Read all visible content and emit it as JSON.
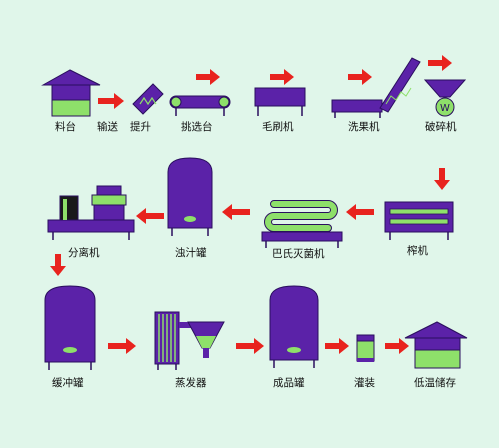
{
  "colors": {
    "background": "#e0f6ea",
    "equipment": "#5b22a8",
    "equipment_outline": "#2a0f5e",
    "accent_green": "#8ee06a",
    "arrow": "#e8231e"
  },
  "labels": {
    "liaotai": "料台",
    "shusong": "输送",
    "tisheng": "提升",
    "tiaoxuantai": "挑选台",
    "maoshuaji": "毛刷机",
    "xiguoji": "洗果机",
    "posuiji": "破碎机",
    "zhaji": "榨机",
    "pashimiejunji": "巴氏灭菌机",
    "zhuozhiguan": "浊汁罐",
    "fenliji": "分离机",
    "huanchongguan": "缓冲罐",
    "zhengfaqi": "蒸发器",
    "chengpinguan": "成品罐",
    "guanzhuang": "灌装",
    "diwenchucun": "低温储存"
  },
  "icons": {
    "crusher_symbol": "W"
  }
}
